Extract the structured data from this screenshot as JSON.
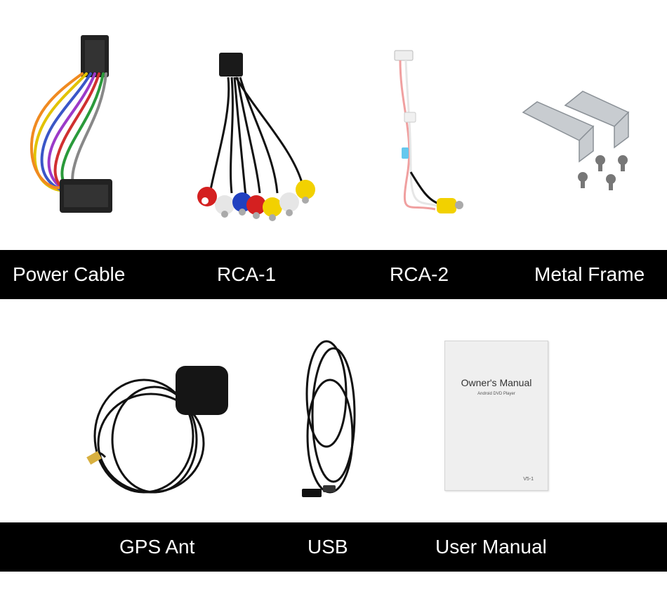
{
  "colors": {
    "bar_bg": "#000000",
    "bar_text": "#ffffff",
    "background": "#ffffff"
  },
  "top_row": {
    "items": [
      {
        "label": "Power Cable",
        "icon": "power-cable-harness"
      },
      {
        "label": "RCA-1",
        "icon": "rca-cable-bundle"
      },
      {
        "label": "RCA-2",
        "icon": "rca-camera-cable"
      },
      {
        "label": "Metal Frame",
        "icon": "metal-frame-brackets-screws"
      }
    ]
  },
  "bottom_row": {
    "items": [
      {
        "label": "GPS Ant",
        "icon": "gps-antenna"
      },
      {
        "label": "USB",
        "icon": "usb-cable"
      },
      {
        "label": "User Manual",
        "icon": "owners-manual-booklet"
      }
    ]
  },
  "manual": {
    "title": "Owner's Manual",
    "subtitle": "Android DVD Player",
    "version": "V5-1"
  }
}
